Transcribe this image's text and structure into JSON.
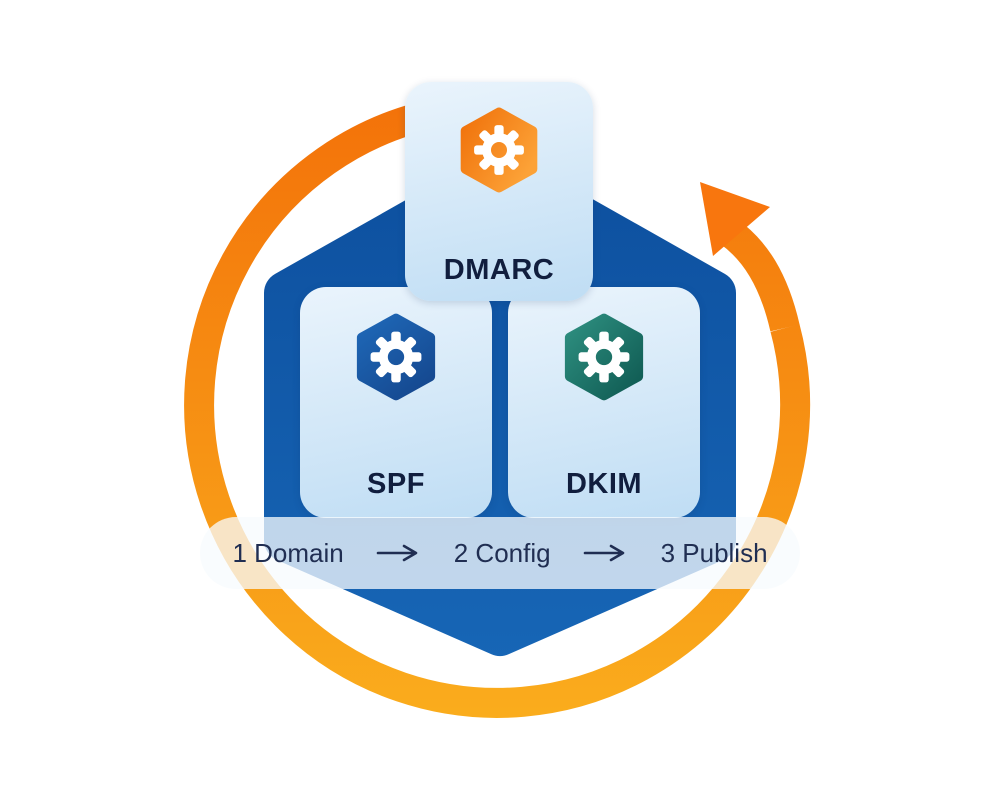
{
  "cards": {
    "dmarc": {
      "label": "DMARC"
    },
    "spf": {
      "label": "SPF"
    },
    "dkim": {
      "label": "DKIM"
    }
  },
  "steps": {
    "items": [
      {
        "label": "1 Domain"
      },
      {
        "label": "2 Config"
      },
      {
        "label": "3 Publish"
      }
    ]
  },
  "icons": {
    "dmarc": "hexagon-gear-orange",
    "spf": "hexagon-gear-blue",
    "dkim": "hexagon-gear-teal",
    "cycle": "circular-refresh-arrow",
    "step_separator": "right-arrow"
  },
  "colors": {
    "ring_top": "#F37109",
    "ring_bottom": "#FAAD1D",
    "arrowhead": "#F8760E",
    "hexagon_top": "#0D4F9E",
    "hexagon_bottom": "#1766B6",
    "dmarc_icon_from": "#F0720B",
    "dmarc_icon_to": "#FCA237",
    "spf_icon_from": "#1E66B5",
    "spf_icon_to": "#15488F",
    "dkim_icon_from": "#2E8F80",
    "dkim_icon_to": "#0F5A52",
    "card_bg_top": "#EAF4FC",
    "card_bg_bottom": "#BFDDF4",
    "card_text": "#111E3E",
    "step_text": "#202E52",
    "pill_bg": "rgba(247,251,254,0.76)"
  }
}
